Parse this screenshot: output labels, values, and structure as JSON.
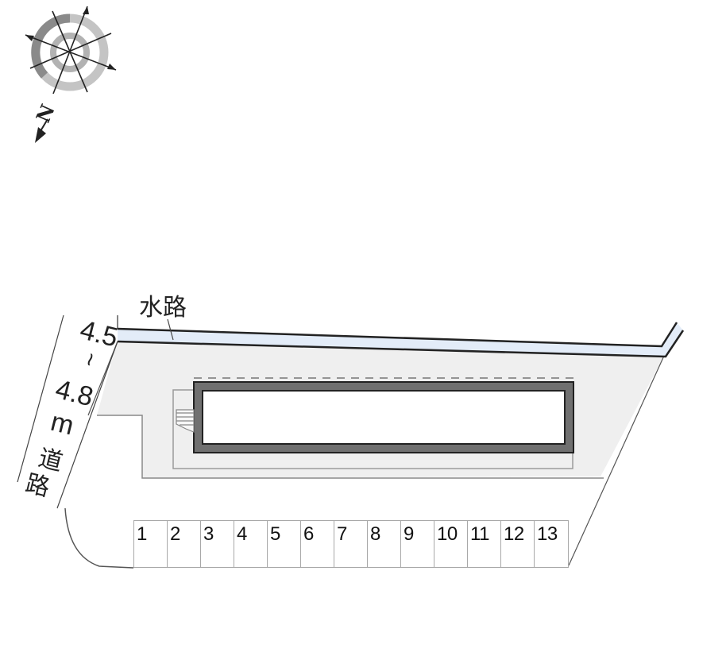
{
  "compass": {
    "north_label": "N",
    "icon": "compass-rose-icon"
  },
  "labels": {
    "waterway": "水路",
    "road_width_top": "4.5",
    "road_width_tilde": "~",
    "road_width_bottom": "4.8",
    "road_unit": "m",
    "road_char1": "道",
    "road_char2": "路"
  },
  "parking": {
    "slots": [
      {
        "number": "1"
      },
      {
        "number": "2"
      },
      {
        "number": "3"
      },
      {
        "number": "4"
      },
      {
        "number": "5"
      },
      {
        "number": "6"
      },
      {
        "number": "7"
      },
      {
        "number": "8"
      },
      {
        "number": "9"
      },
      {
        "number": "10"
      },
      {
        "number": "11"
      },
      {
        "number": "12"
      },
      {
        "number": "13"
      }
    ]
  },
  "colors": {
    "lot_fill": "#efefef",
    "waterway_fill": "#e3ecf8",
    "building_wall": "#6e6e6e",
    "line": "#333333",
    "slot_border": "#a8a8a8"
  }
}
